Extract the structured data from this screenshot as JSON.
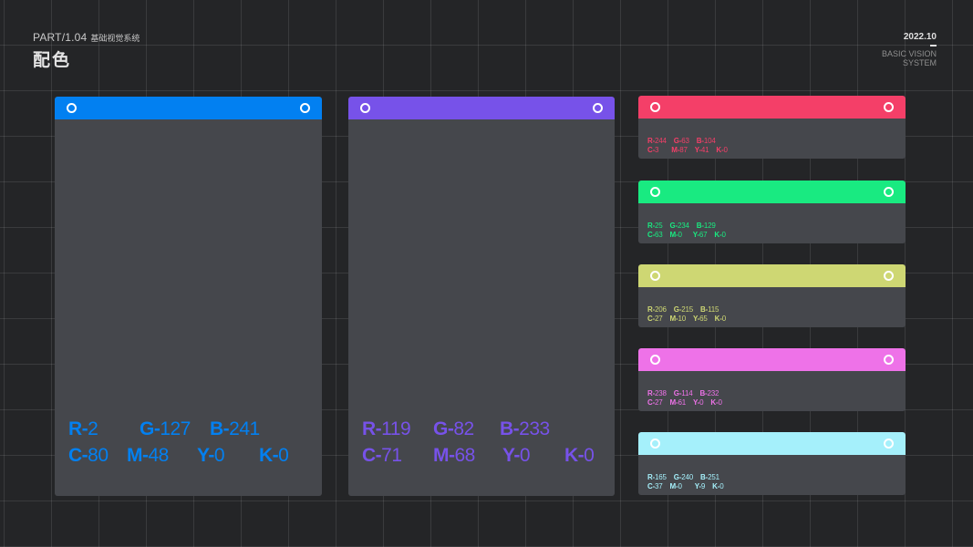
{
  "header": {
    "part_code": "PART/1.04",
    "part_subtitle": "基础视觉系统",
    "title": "配色",
    "date": "2022.10",
    "system_label": "BASIC VISION SYSTEM"
  },
  "swatches": [
    {
      "color": "#0280f1",
      "values": [
        [
          "R-",
          "2"
        ],
        [
          "G-",
          "127"
        ],
        [
          "B-",
          "241"
        ]
      ],
      "cmyk": [
        [
          "C-",
          "80"
        ],
        [
          "M-",
          "48"
        ],
        [
          "Y-",
          "0"
        ],
        [
          "K-",
          "0"
        ]
      ]
    },
    {
      "color": "#7752e9",
      "values": [
        [
          "R-",
          "119"
        ],
        [
          "G-",
          "82"
        ],
        [
          "B-",
          "233"
        ]
      ],
      "cmyk": [
        [
          "C-",
          "71"
        ],
        [
          "M-",
          "68"
        ],
        [
          "Y-",
          "0"
        ],
        [
          "K-",
          "0"
        ]
      ]
    },
    {
      "color": "#f43f68",
      "values": [
        [
          "R-",
          "244"
        ],
        [
          "G-",
          "63"
        ],
        [
          "B-",
          "104"
        ]
      ],
      "cmyk": [
        [
          "C-",
          "3"
        ],
        [
          "M-",
          "87"
        ],
        [
          "Y-",
          "41"
        ],
        [
          "K-",
          "0"
        ]
      ]
    },
    {
      "color": "#19ea81",
      "values": [
        [
          "R-",
          "25"
        ],
        [
          "G-",
          "234"
        ],
        [
          "B-",
          "129"
        ]
      ],
      "cmyk": [
        [
          "C-",
          "63"
        ],
        [
          "M-",
          "0"
        ],
        [
          "Y-",
          "67"
        ],
        [
          "K-",
          "0"
        ]
      ]
    },
    {
      "color": "#ced773",
      "values": [
        [
          "R-",
          "206"
        ],
        [
          "G-",
          "215"
        ],
        [
          "B-",
          "115"
        ]
      ],
      "cmyk": [
        [
          "C-",
          "27"
        ],
        [
          "M-",
          "10"
        ],
        [
          "Y-",
          "65"
        ],
        [
          "K-",
          "0"
        ]
      ]
    },
    {
      "color": "#ee72e8",
      "values": [
        [
          "R-",
          "238"
        ],
        [
          "G-",
          "114"
        ],
        [
          "B-",
          "232"
        ]
      ],
      "cmyk": [
        [
          "C-",
          "27"
        ],
        [
          "M-",
          "61"
        ],
        [
          "Y-",
          "0"
        ],
        [
          "K-",
          "0"
        ]
      ]
    },
    {
      "color": "#a5f0fb",
      "values": [
        [
          "R-",
          "165"
        ],
        [
          "G-",
          "240"
        ],
        [
          "B-",
          "251"
        ]
      ],
      "cmyk": [
        [
          "C-",
          "37"
        ],
        [
          "M-",
          "0"
        ],
        [
          "Y-",
          "9"
        ],
        [
          "K-",
          "0"
        ]
      ]
    }
  ]
}
